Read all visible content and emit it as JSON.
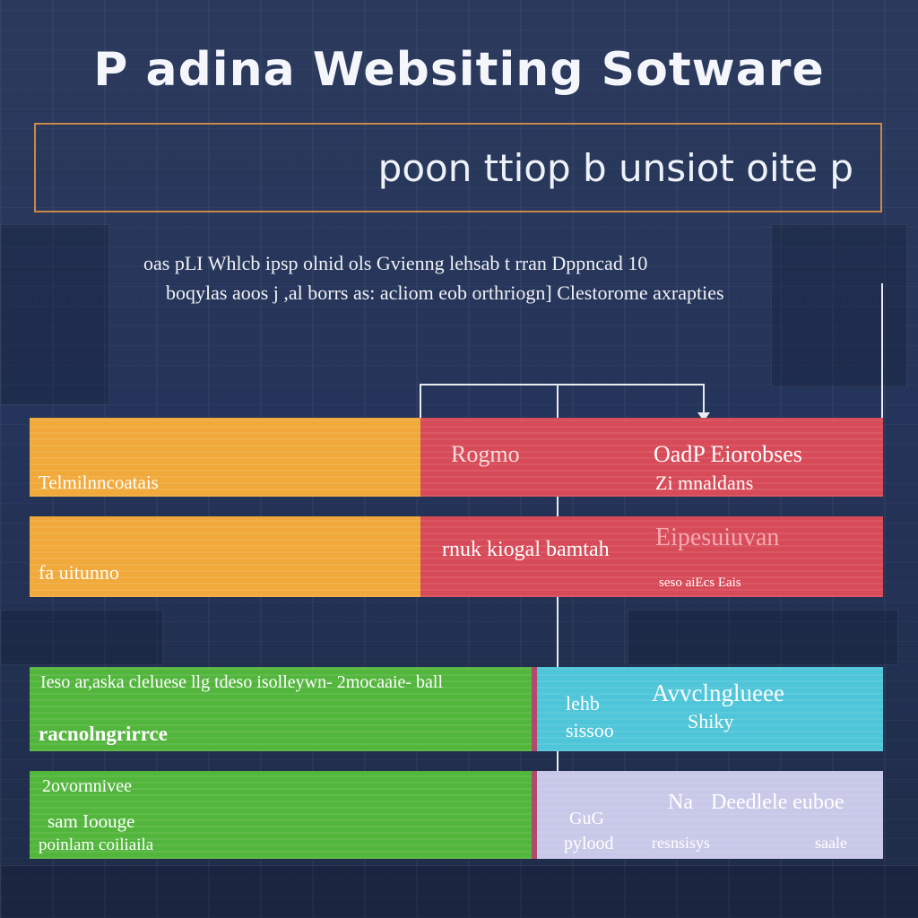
{
  "title": "P adina Websiting Sotware",
  "subtitle": "poon ttiop b unsiot oite p",
  "description": {
    "line1": "oas pLI  Whlcb ipsp olnid ols Gvienng lehsab t rran Dppncad 10",
    "line2": "boqylas aoos j ,al borrs as: acliom eob orthriogn] Clestorome axrapties"
  },
  "rows": [
    {
      "left": {
        "text": "Telmilnncoatais",
        "color": "#f0a93a"
      },
      "right": {
        "text1": "Rogmo",
        "text2": "OadP Eiorobses",
        "text3": "Zi mnaldans",
        "color": "#d74a58"
      }
    },
    {
      "left": {
        "text": "fa uitunno",
        "color": "#f0a93a"
      },
      "right": {
        "text1": "rnuk kiogal bamtah",
        "text2": "Eipesuiuvan",
        "text3": "seso aiEcs Eais",
        "color": "#d74a58"
      }
    },
    {
      "left": {
        "text_top": "Ieso ar,aska cleluese llg tdeso isolleywn- 2mocaaie- ball",
        "text": "racnolngrirrce",
        "color": "#52b53c"
      },
      "right": {
        "text1": "Avvclnglueee",
        "text2": "Shiky",
        "text3": "lehb",
        "text4": "sissoo",
        "color": "#4ec5d8"
      }
    },
    {
      "left": {
        "text_top": "2ovornnivee",
        "text": "sam Ioouge",
        "text2": "poinlam coiliaila",
        "color": "#52b53c"
      },
      "right": {
        "text1": "Na",
        "text2": "Deedlele euboe",
        "text3": "GuG",
        "text4": "pylood",
        "text5": "resnsisys",
        "text6": "saale",
        "color": "#c8c8e8"
      }
    }
  ]
}
